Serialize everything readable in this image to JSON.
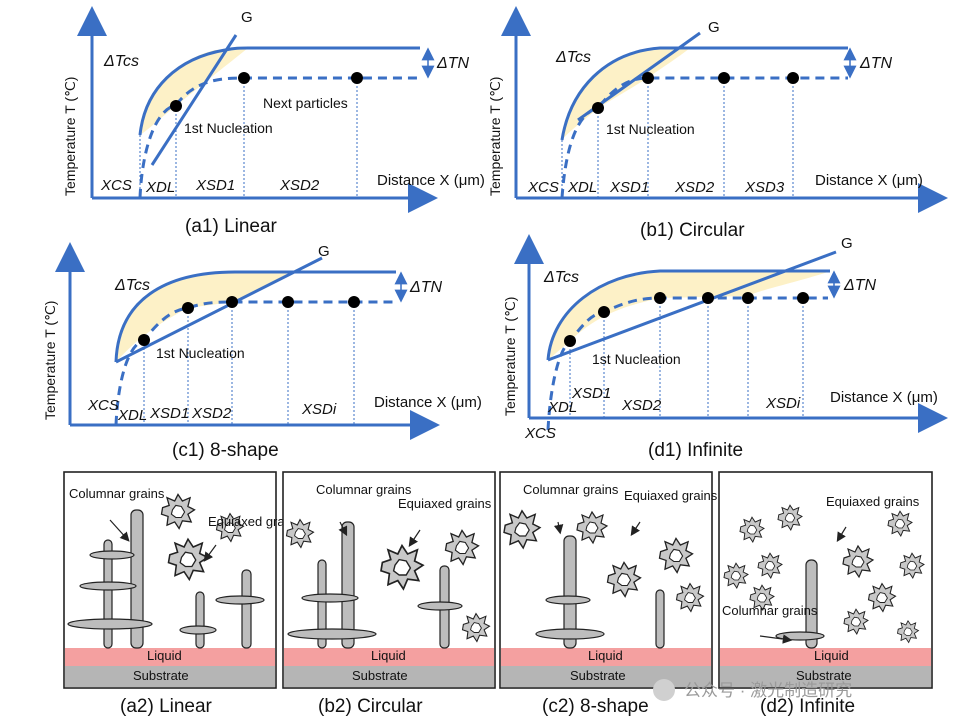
{
  "shared": {
    "y_axis_label": "Temperature T (℃)",
    "x_axis_label": "Distance X (μm)",
    "g_label": "G",
    "delta_t_cs": "ΔTcs",
    "delta_t_n": "ΔTN",
    "nucleation_label": "1st Nucleation"
  },
  "panels": {
    "a1": {
      "caption": "(a1) Linear",
      "next_particles": "Next particles",
      "x_labels": [
        "XCS",
        "XDL",
        "XSD1",
        "XSD2"
      ]
    },
    "b1": {
      "caption": "(b1) Circular",
      "x_labels": [
        "XCS",
        "XDL",
        "XSD1",
        "XSD2",
        "XSD3"
      ]
    },
    "c1": {
      "caption": "(c1) 8-shape",
      "x_labels": [
        "XCS",
        "XDL",
        "XSD1",
        "XSD2",
        "XSDi"
      ]
    },
    "d1": {
      "caption": "(d1) Infinite",
      "x_labels": [
        "XCS",
        "XDL",
        "XSD1",
        "XSD2",
        "XSDi"
      ]
    }
  },
  "micro": {
    "a2": {
      "caption": "(a2) Linear",
      "columnar": "Columnar grains",
      "equiaxed": "Equiaxed grains",
      "liquid": "Liquid",
      "substrate": "Substrate"
    },
    "b2": {
      "caption": "(b2) Circular",
      "columnar": "Columnar grains",
      "equiaxed": "Equiaxed grains",
      "liquid": "Liquid",
      "substrate": "Substrate"
    },
    "c2": {
      "caption": "(c2) 8-shape",
      "columnar": "Columnar grains",
      "equiaxed": "Equiaxed grains",
      "liquid": "Liquid",
      "substrate": "Substrate"
    },
    "d2": {
      "caption": "(d2) Infinite",
      "columnar": "Columnar grains",
      "equiaxed": "Equiaxed grains",
      "liquid": "Liquid",
      "substrate": "Substrate"
    }
  },
  "watermark": "公众号 · 激光制造研究",
  "colors": {
    "axis": "#3a6fc4",
    "zone": "#fdf1c7",
    "liquid": "#f4a0a0",
    "substrate": "#b5b5b5"
  }
}
